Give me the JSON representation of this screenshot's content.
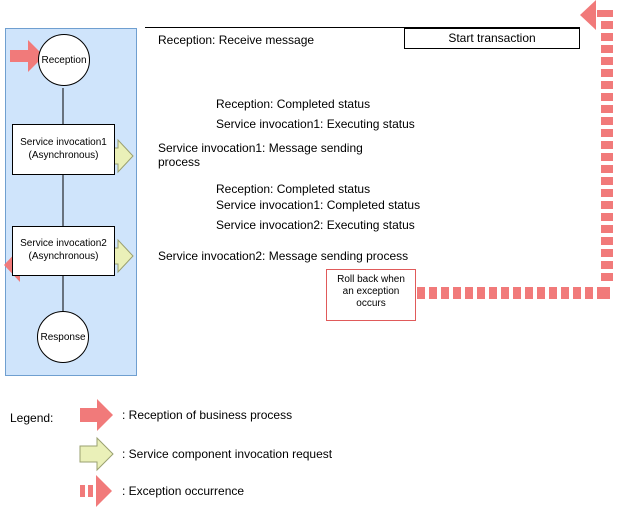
{
  "diagram": {
    "nodes": {
      "reception": "Reception",
      "service1": [
        "Service invocation1",
        "(Asynchronous)"
      ],
      "service2": [
        "Service invocation2",
        "(Asynchronous)"
      ],
      "response": "Response"
    },
    "start_transaction": "Start transaction",
    "rollback_note": [
      "Roll back when",
      "an exception",
      "occurs"
    ],
    "steps": {
      "reception_receive": "Reception: Receive message",
      "reception_completed_1": "Reception: Completed status",
      "service1_executing": "Service invocation1: Executing status",
      "service1_sending": "Service invocation1: Message sending process",
      "reception_completed_2": "Reception: Completed status",
      "service1_completed": "Service invocation1: Completed status",
      "service2_executing": "Service invocation2: Executing status",
      "service2_sending": "Service invocation2: Message sending process"
    }
  },
  "legend": {
    "title": "Legend:",
    "items": [
      {
        "label": ": Reception of business process",
        "icon": "red-arrow-icon"
      },
      {
        "label": ": Service component invocation request",
        "icon": "yellow-arrow-icon"
      },
      {
        "label": ": Exception occurrence",
        "icon": "dashed-red-arrow-icon"
      }
    ]
  },
  "colors": {
    "panel_fill": "#cfe4fb",
    "panel_border": "#6f9fd0",
    "red_arrow": "#f17a7a",
    "yellow_arrow": "#eaf0b8",
    "yellow_border": "#9aa070",
    "note_border": "#e05a5a"
  }
}
